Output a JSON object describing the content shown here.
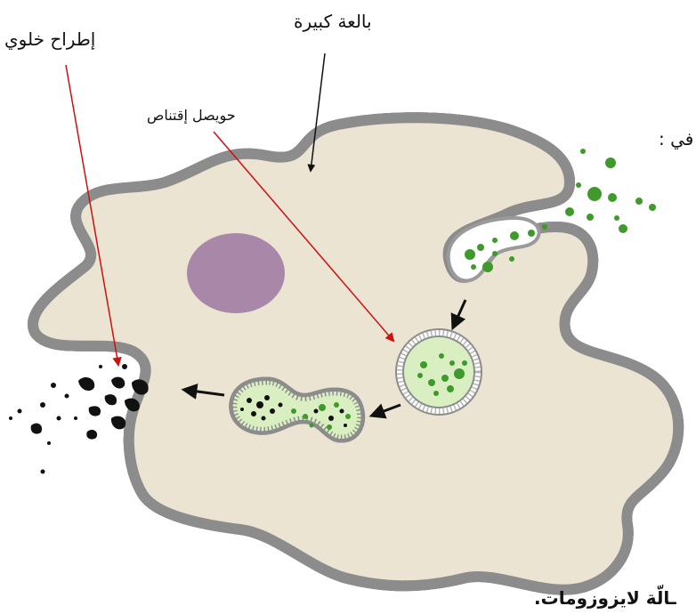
{
  "labels": {
    "macrophage": "بالعة كبيرة",
    "exocytosis": "إطراح خلوي",
    "phagocytic_vesicle": "حويصل إقتناص",
    "cutoff_right": "ا في :",
    "cutoff_bottom": "ـالّة لايزوزومات."
  },
  "colors": {
    "cytoplasm": "#ebe4d3",
    "membrane": "#9a9a9a",
    "nucleus": "#a887a8",
    "particles": "#3f9a2c",
    "vesicle_fill": "#d9efc2",
    "debris": "#111111",
    "pointer_red": "#cc1111",
    "arrow_black": "#111111"
  },
  "icons": [
    "arrow-icon"
  ]
}
